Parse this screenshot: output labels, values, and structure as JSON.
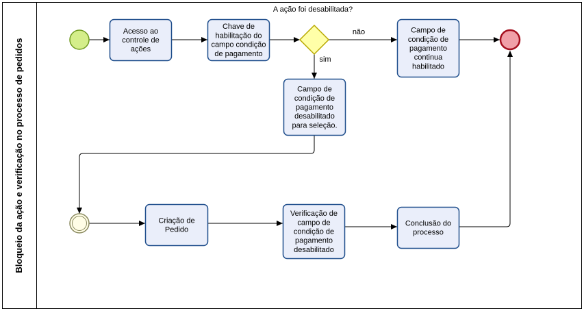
{
  "lane": {
    "title": "Bloqueio da ação e verificação no processo de pedidos"
  },
  "gateway": {
    "question": "A ação foi desabilitada?",
    "no_label": "não",
    "yes_label": "sim"
  },
  "tasks": {
    "acesso": [
      "Acesso ao",
      "controle de",
      "ações"
    ],
    "chave": [
      "Chave de",
      "habilitação do",
      "campo condição",
      "de pagamento"
    ],
    "habilitado": [
      "Campo de",
      "condição de",
      "pagamento",
      "continua",
      "habilitado"
    ],
    "desabilitado": [
      "Campo de",
      "condição de",
      "pagamento",
      "desabilitado",
      "para seleção."
    ],
    "criacao": [
      "Criação de",
      "Pedido"
    ],
    "verificacao": [
      "Verificação de",
      "campo de",
      "condição de",
      "pagamento",
      "desabilitado"
    ],
    "conclusao": [
      "Conclusão do",
      "processo"
    ]
  },
  "colors": {
    "task_fill": "#eaeefa",
    "task_stroke": "#1f4e8c",
    "start_fill": "#d4ee8a",
    "start_stroke": "#6f9a1f",
    "end_fill": "#f0a0a8",
    "end_stroke": "#a40f1e",
    "gateway_fill": "#ffffa8",
    "gateway_stroke": "#b8a800",
    "intermediate_fill": "#fffde6",
    "intermediate_stroke": "#8a8a60",
    "line": "#000000"
  }
}
